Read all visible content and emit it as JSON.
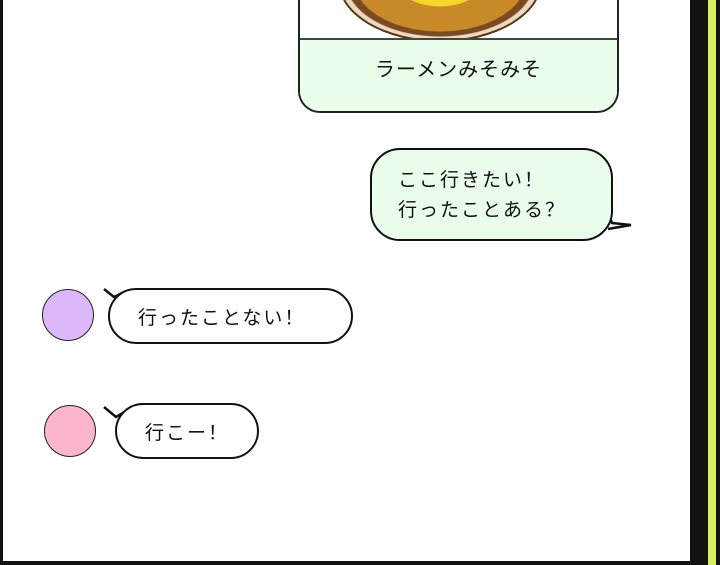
{
  "post": {
    "caption": "ラーメンみそみそ",
    "image": "ramen-bowl"
  },
  "messages": [
    {
      "side": "right",
      "lines": [
        "ここ行きたい！",
        "行ったことある？"
      ],
      "bubble_color": "#eafcea"
    },
    {
      "side": "left",
      "text": "行ったことない！",
      "avatar_color": "#dcb8fa"
    },
    {
      "side": "left",
      "text": "行こー！",
      "avatar_color": "#fbb6cb"
    }
  ],
  "colors": {
    "stripe": "#d8f062",
    "frame": "#111111"
  }
}
